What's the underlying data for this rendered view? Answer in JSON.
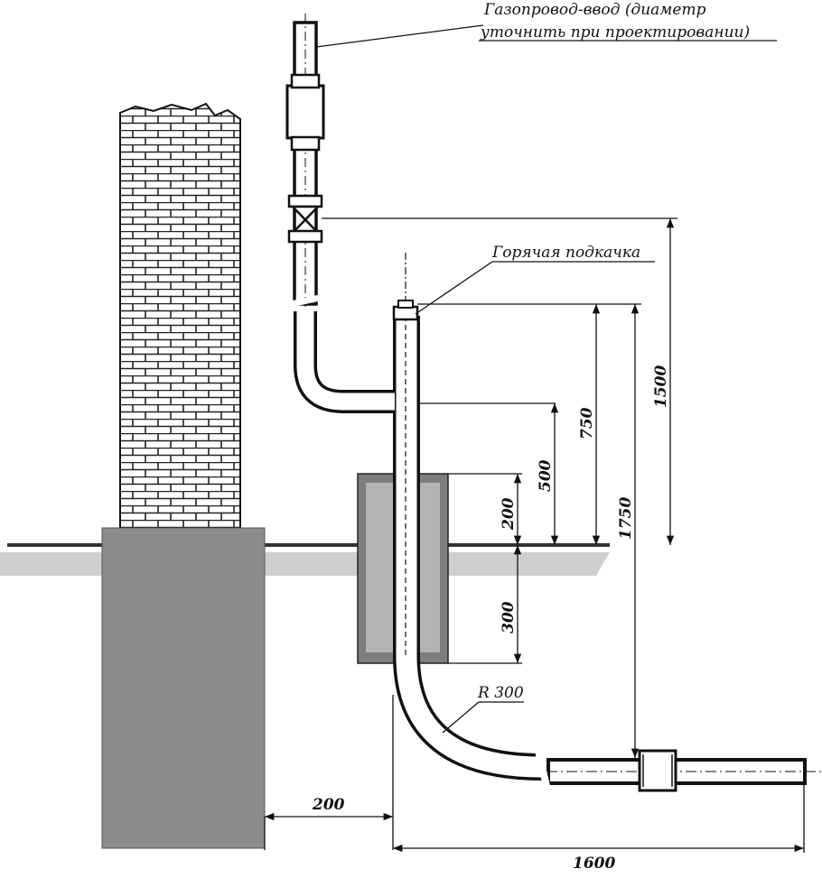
{
  "labels": {
    "gas_inlet_line1": "Газопровод-ввод (диаметр",
    "gas_inlet_line2": "уточнить при проектировании)",
    "hot_tap": "Горячая подкачка",
    "bend_radius": "R 300"
  },
  "dimensions": {
    "d_1500": "1500",
    "d_750": "750",
    "d_1750": "1750",
    "d_500": "500",
    "d_200_vertical": "200",
    "d_300": "300",
    "d_200_horizontal": "200",
    "d_1600": "1600"
  },
  "colors": {
    "ink": "#111111",
    "foundation": "#8c8c8c",
    "ground": "#cfcfcf",
    "sleeve_outer": "#7d7d7d",
    "sleeve_inner": "#b3b3b3",
    "brick": "#ffffff"
  }
}
